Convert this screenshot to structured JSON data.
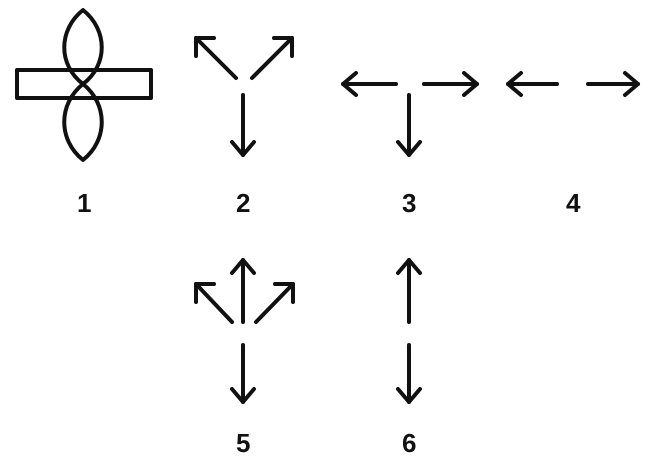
{
  "figures": [
    {
      "id": "1",
      "label": "1"
    },
    {
      "id": "2",
      "label": "2"
    },
    {
      "id": "3",
      "label": "3"
    },
    {
      "id": "4",
      "label": "4"
    },
    {
      "id": "5",
      "label": "5"
    },
    {
      "id": "6",
      "label": "6"
    }
  ],
  "colors": {
    "ink": "#111111",
    "background": "#ffffff"
  }
}
